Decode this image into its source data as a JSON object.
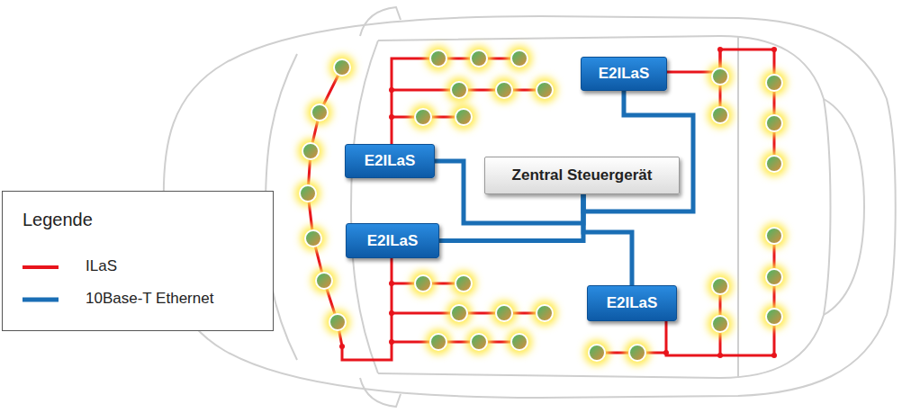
{
  "diagram": {
    "nodes": [
      {
        "text": [
          "E2ILaS"
        ]
      },
      {
        "text": [
          "E2ILaS"
        ]
      },
      {
        "text": [
          "Zentral Steuergerät"
        ]
      },
      {
        "text": [
          "E2ILaS"
        ]
      },
      {
        "text": [
          "E2ILaS"
        ]
      }
    ],
    "edges": [
      {
        "from": 0,
        "to": 2,
        "arrow": "none"
      },
      {
        "from": 1,
        "to": 2,
        "arrow": "none"
      },
      {
        "from": 3,
        "to": 2,
        "arrow": "none"
      },
      {
        "from": 4,
        "to": 2,
        "arrow": "none"
      }
    ],
    "labels": [
      "Legende"
    ],
    "legend": [
      {
        "text": "ILaS"
      },
      {
        "text": "10Base-T Ethernet"
      }
    ]
  }
}
